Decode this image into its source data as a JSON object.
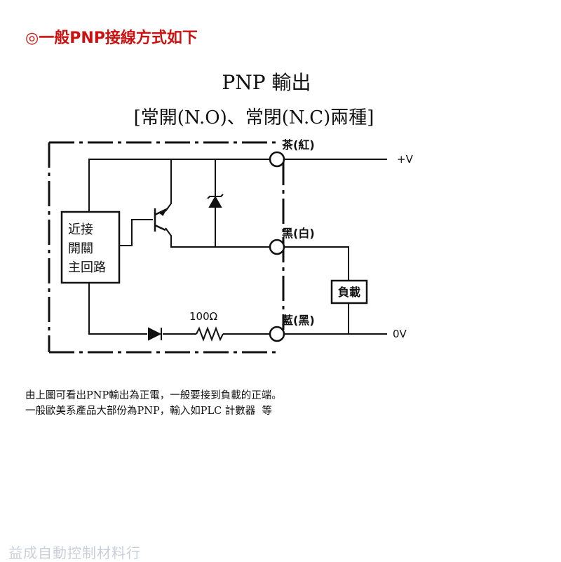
{
  "heading": "◎一般PNP接線方式如下",
  "diagram": {
    "title": "PNP 輸出",
    "subtitle": "[常開(N.O)、常閉(N.C)兩種]",
    "wire_brown": "茶(紅)",
    "wire_black": "黑(白)",
    "wire_blue": "藍(黑)",
    "supply_plus": "+V",
    "supply_zero": "0V",
    "resistor_value": "100Ω",
    "load_label": "負載",
    "sensor_box_lines": [
      "近接",
      "開關",
      "主回路"
    ]
  },
  "description": {
    "line1": "由上圖可看出PNP輸出為正電，一般要接到負載的正端。",
    "line2": "一般歐美系產品大部份為PNP，輸入如PLC 計數器  等"
  },
  "watermark": "益成自動控制材料行"
}
